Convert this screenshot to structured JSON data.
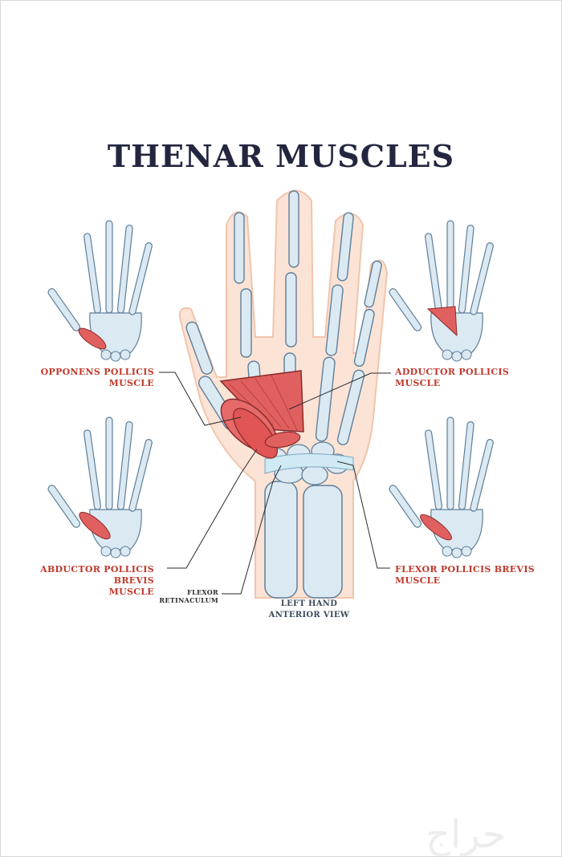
{
  "title": "THENAR MUSCLES",
  "labels": {
    "opponens": [
      "OPPONENS POLLICIS",
      "MUSCLE"
    ],
    "adductor": [
      "ADDUCTOR POLLICIS",
      "MUSCLE"
    ],
    "abductor": [
      "ABDUCTOR POLLICIS BREVIS",
      "MUSCLE"
    ],
    "flexor_brevis": [
      "FLEXOR POLLICIS BREVIS",
      "MUSCLE"
    ],
    "retinaculum": [
      "FLEXOR",
      "RETINACULUM"
    ],
    "view": [
      "LEFT HAND",
      "ANTERIOR VIEW"
    ]
  },
  "watermark": "حراج",
  "colors": {
    "title": "#23263f",
    "label_red": "#c0392b",
    "bone": "#dbe9f3",
    "bone_outline": "#5f7f99",
    "muscle": "#e06060",
    "skin": "#fbe3d6"
  }
}
